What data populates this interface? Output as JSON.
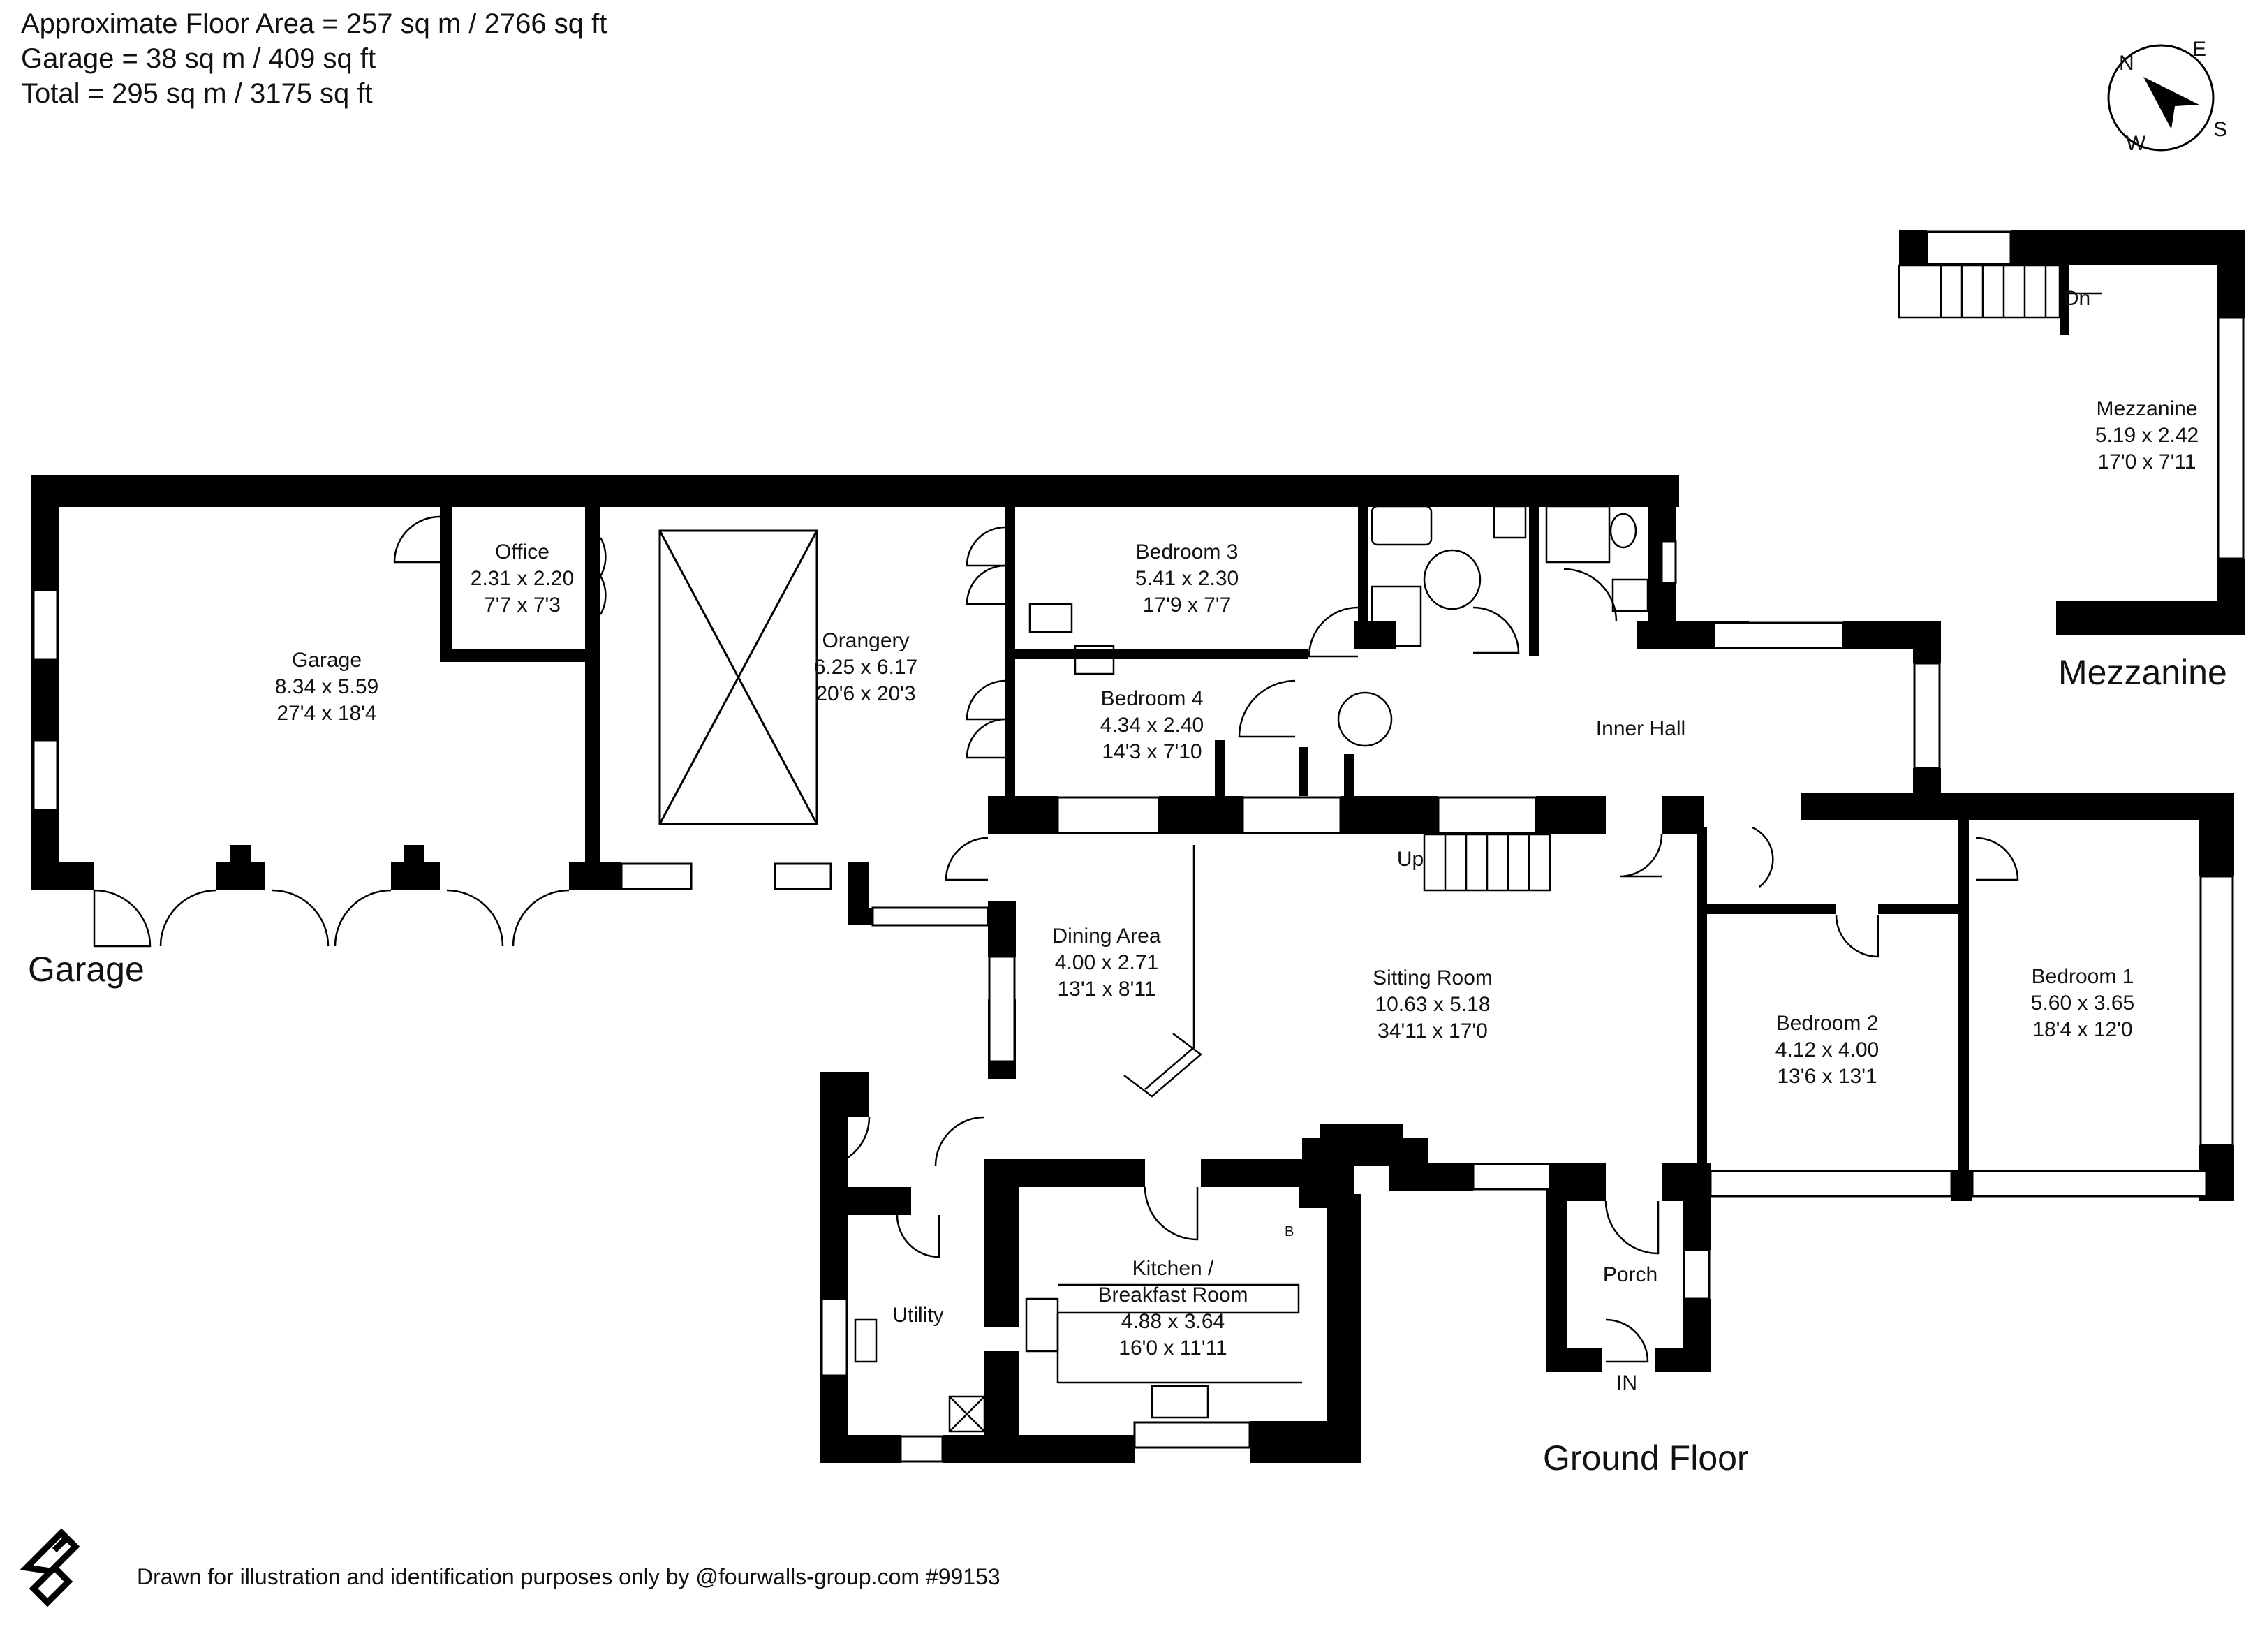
{
  "areas": {
    "floor_area": "Approximate Floor Area = 257 sq m / 2766 sq ft",
    "garage": "Garage = 38 sq m / 409 sq ft",
    "total": "Total = 295 sq m / 3175 sq ft"
  },
  "floors": {
    "garage": "Garage",
    "ground": "Ground Floor",
    "mezzanine": "Mezzanine"
  },
  "compass": {
    "n": "N",
    "e": "E",
    "s": "S",
    "w": "W"
  },
  "rooms": [
    {
      "name": "Garage",
      "metric": "8.34 x 5.59",
      "imperial": "27'4 x 18'4"
    },
    {
      "name": "Office",
      "metric": "2.31 x 2.20",
      "imperial": "7'7 x 7'3"
    },
    {
      "name": "Orangery",
      "metric": "6.25 x 6.17",
      "imperial": "20'6 x 20'3"
    },
    {
      "name": "Bedroom 3",
      "metric": "5.41 x 2.30",
      "imperial": "17'9 x 7'7"
    },
    {
      "name": "Bedroom 4",
      "metric": "4.34 x 2.40",
      "imperial": "14'3 x 7'10"
    },
    {
      "name": "Dining Area",
      "metric": "4.00 x 2.71",
      "imperial": "13'1 x 8'11"
    },
    {
      "name": "Sitting Room",
      "metric": "10.63 x 5.18",
      "imperial": "34'11 x 17'0"
    },
    {
      "name": "Bedroom 2",
      "metric": "4.12 x 4.00",
      "imperial": "13'6 x 13'1"
    },
    {
      "name": "Bedroom 1",
      "metric": "5.60 x 3.65",
      "imperial": "18'4 x 12'0"
    },
    {
      "name": "Kitchen /",
      "name2": "Breakfast Room",
      "metric": "4.88 x 3.64",
      "imperial": "16'0 x 11'11"
    },
    {
      "name": "Mezzanine",
      "metric": "5.19 x 2.42",
      "imperial": "17'0 x 7'11"
    }
  ],
  "labels": {
    "inner_hall": "Inner Hall",
    "utility": "Utility",
    "porch": "Porch",
    "up": "Up",
    "dn": "Dn",
    "in": "IN",
    "boiler": "B"
  },
  "footer": "Drawn for illustration and identification purposes only by @fourwalls-group.com #99153"
}
